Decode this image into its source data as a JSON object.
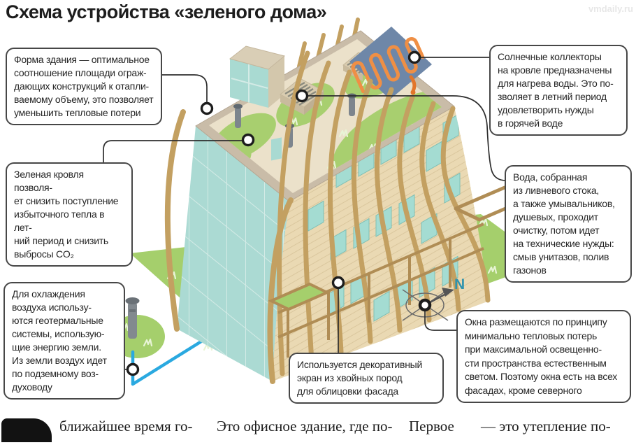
{
  "page": {
    "title": "Схема устройства «зеленого дома»",
    "watermark": "vmdaily.ru"
  },
  "callouts": {
    "building_shape": "Форма здания — оптимальное\nсоотношение площади ограж-\nдающих конструкций к отапли-\nваемому объему, это позволяет\nуменьшить тепловые потери",
    "green_roof": "Зеленая кровля позволя-\nет снизить поступление\nизбыточного тепла в лет-\nний период и снизить\nвыбросы CO₂",
    "geothermal": "Для охлаждения\nвоздуха использу-\nются геотермальные\nсистемы, использую-\nщие энергию земли.\nИз земли воздух идет\nпо подземному воз-\nдуховоду",
    "solar": "Солнечные коллекторы\nна кровле предназначены\nдля нагрева воды. Это по-\nзволяет в летний период\nудовлетворить нужды\nв горячей воде",
    "water": "Вода, собранная\nиз ливневого стока,\nа также умывальников,\nдушевых, проходит\nочистку, потом идет\nна технические нужды:\nсмыв унитазов, полив\nгазонов",
    "screen": "Используется декоративный\nэкран из хвойных пород\nдля облицовки фасада",
    "windows": "Окна размещаются по принципу\nминимально тепловых потерь\nпри максимальной освещенно-\nсти пространства естественным\nсветом. Поэтому окна есть на всех\nфасадах, кроме северного"
  },
  "compass": {
    "label": "N"
  },
  "footer": {
    "fragments": [
      "ближайшее время го-",
      "Это офисное здание, где по-",
      "Первое",
      "— это утепление по-"
    ]
  },
  "colors": {
    "grass": "#a5cf6c",
    "glass": "#abdad3",
    "wood": "#c3a061",
    "solar_panel": "#6e87a8",
    "solar_coil": "#ef8f45",
    "water_pipe": "#2aa9e0",
    "compass_north": "#2f93ae"
  }
}
